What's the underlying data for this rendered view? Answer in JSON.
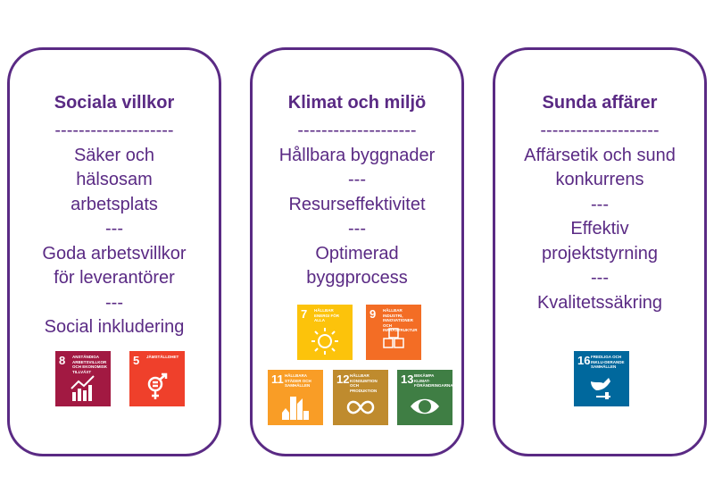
{
  "cards": [
    {
      "title": "Sociala villkor",
      "divider": "--------------------",
      "lines": [
        "Säker och",
        "hälsosam",
        "arbetsplats",
        "---",
        "Goda arbetsvillkor",
        "för leverantörer",
        "---",
        "Social inkludering"
      ]
    },
    {
      "title": "Klimat och miljö",
      "divider": "--------------------",
      "lines": [
        "Hållbara byggnader",
        "---",
        "Resurseffektivitet",
        "---",
        "Optimerad",
        "byggprocess"
      ]
    },
    {
      "title": "Sunda affärer",
      "divider": "--------------------",
      "lines": [
        "Affärsetik och sund",
        "konkurrens",
        "---",
        "Effektiv",
        "projektstyrning",
        "---",
        "Kvalitetssäkring"
      ]
    }
  ],
  "sdgs": {
    "s8": {
      "num": "8",
      "label": "ANSTÄNDIGA ARBETSVILLKOR OCH EKONOMISK TILLVÄXT",
      "color": "#a21942"
    },
    "s5": {
      "num": "5",
      "label": "JÄMSTÄLLDHET",
      "color": "#ef402b"
    },
    "s7": {
      "num": "7",
      "label": "HÅLLBAR ENERGI FÖR ALLA",
      "color": "#fcc30b"
    },
    "s9": {
      "num": "9",
      "label": "HÅLLBAR INDUSTRI, INNOVATIONER OCH INFRASTRUKTUR",
      "color": "#f36d25"
    },
    "s11": {
      "num": "11",
      "label": "HÅLLBARA STÄDER OCH SAMHÄLLEN",
      "color": "#f99d26"
    },
    "s12": {
      "num": "12",
      "label": "HÅLLBAR KONSUMTION OCH PRODUKTION",
      "color": "#bf8b2e"
    },
    "s13": {
      "num": "13",
      "label": "BEKÄMPA KLIMAT-FÖRÄNDRINGARNA",
      "color": "#3f7e44"
    },
    "s16": {
      "num": "16",
      "label": "FREDLIGA OCH INKLU-DERANDE SAMHÄLLEN",
      "color": "#00689d"
    }
  }
}
